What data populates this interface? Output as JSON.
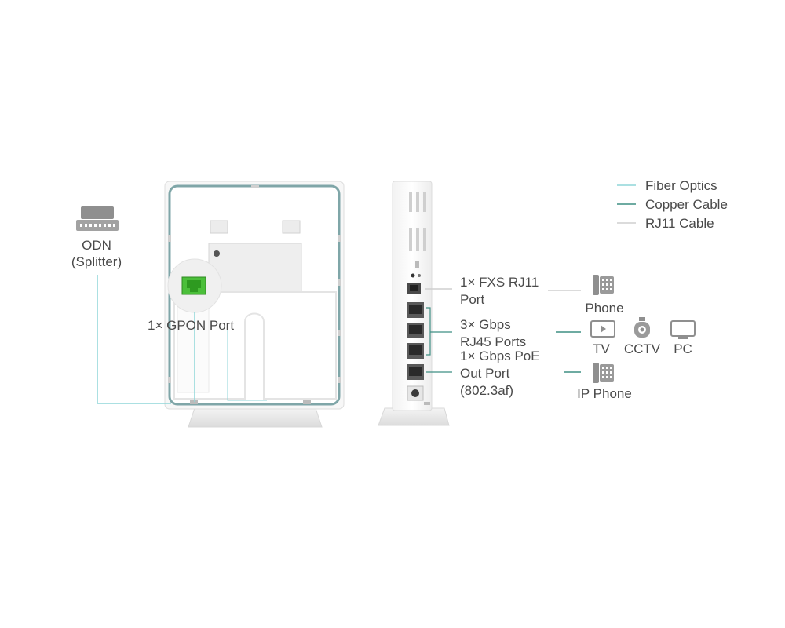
{
  "legend": {
    "items": [
      {
        "label": "Fiber Optics",
        "color": "#8fd6d8"
      },
      {
        "label": "Copper Cable",
        "color": "#3f8f84"
      },
      {
        "label": "RJ11 Cable",
        "color": "#cfcfcf"
      }
    ]
  },
  "odn": {
    "line1": "ODN",
    "line2": "(Splitter)"
  },
  "gpon_label": "1× GPON Port",
  "ports": {
    "rj11": {
      "line1": "1× FXS RJ11",
      "line2": "Port"
    },
    "rj45": {
      "line1": "3× Gbps",
      "line2": "RJ45 Ports"
    },
    "poe": {
      "line1": "1× Gbps PoE",
      "line2": "Out Port",
      "line3": "(802.3af)"
    }
  },
  "devices": {
    "phone": "Phone",
    "tv": "TV",
    "cctv": "CCTV",
    "pc": "PC",
    "ip_phone": "IP Phone"
  },
  "colors": {
    "fiber": "#8fd6d8",
    "copper": "#3f8f84",
    "rj11": "#cfcfcf",
    "gpon_port": "#4bbf3a"
  }
}
